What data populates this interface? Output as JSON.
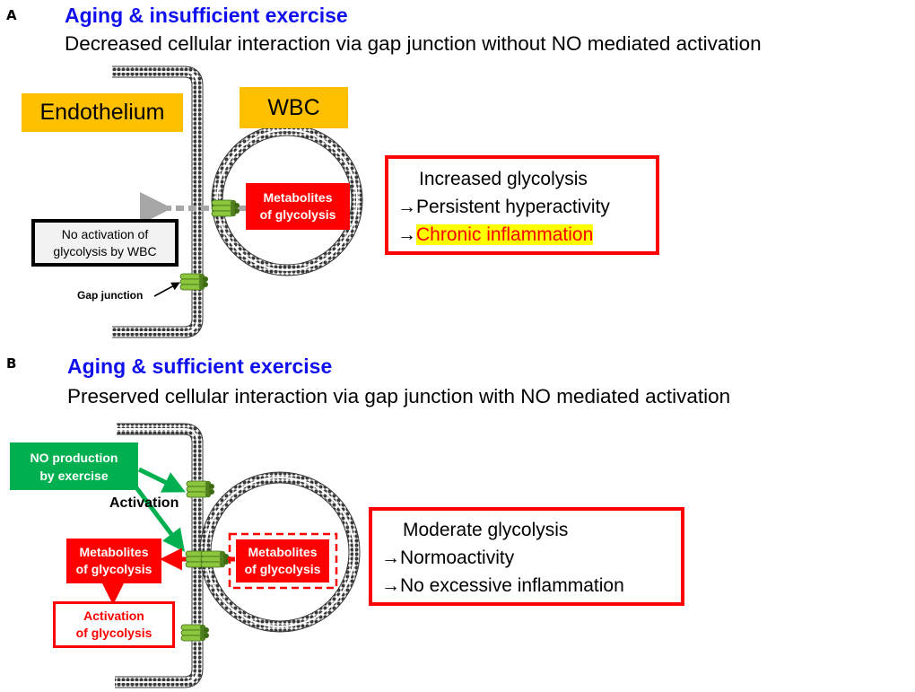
{
  "panel_a": {
    "letter": "A",
    "title": "Aging & insufficient exercise",
    "subtitle": "Decreased cellular interaction via gap junction without NO mediated activation",
    "endothelium_label": "Endothelium",
    "wbc_label": "WBC",
    "metabolites_label_line1": "Metabolites",
    "metabolites_label_line2": "of glycolysis",
    "no_activation_line1": "No activation of",
    "no_activation_line2": "glycolysis by WBC",
    "gap_junction_label": "Gap junction",
    "outcome": {
      "line1": "Increased glycolysis",
      "line2_arrow": "→",
      "line2": "Persistent hyperactivity",
      "line3_arrow": "→",
      "line3": "Chronic inflammation"
    }
  },
  "panel_b": {
    "letter": "B",
    "title": "Aging & sufficient exercise",
    "subtitle": "Preserved cellular interaction via gap junction with NO mediated activation",
    "no_production_line1": "NO production",
    "no_production_line2": "by exercise",
    "activation_label": "Activation",
    "metabolites_left_line1": "Metabolites",
    "metabolites_left_line2": "of glycolysis",
    "metabolites_right_line1": "Metabolites",
    "metabolites_right_line2": "of glycolysis",
    "activation_glycolysis_line1": "Activation",
    "activation_glycolysis_line2": "of glycolysis",
    "outcome": {
      "line1": "Moderate glycolysis",
      "line2_arrow": "→",
      "line2": "Normoactivity",
      "line3_arrow": "→",
      "line3": "No excessive inflammation"
    }
  },
  "colors": {
    "title_blue": "#1010ee",
    "label_orange": "#ffc000",
    "alert_red": "#ff0000",
    "exercise_green": "#00b050",
    "highlight_yellow": "#ffff00",
    "gap_junction_green": "#8cc63f"
  }
}
